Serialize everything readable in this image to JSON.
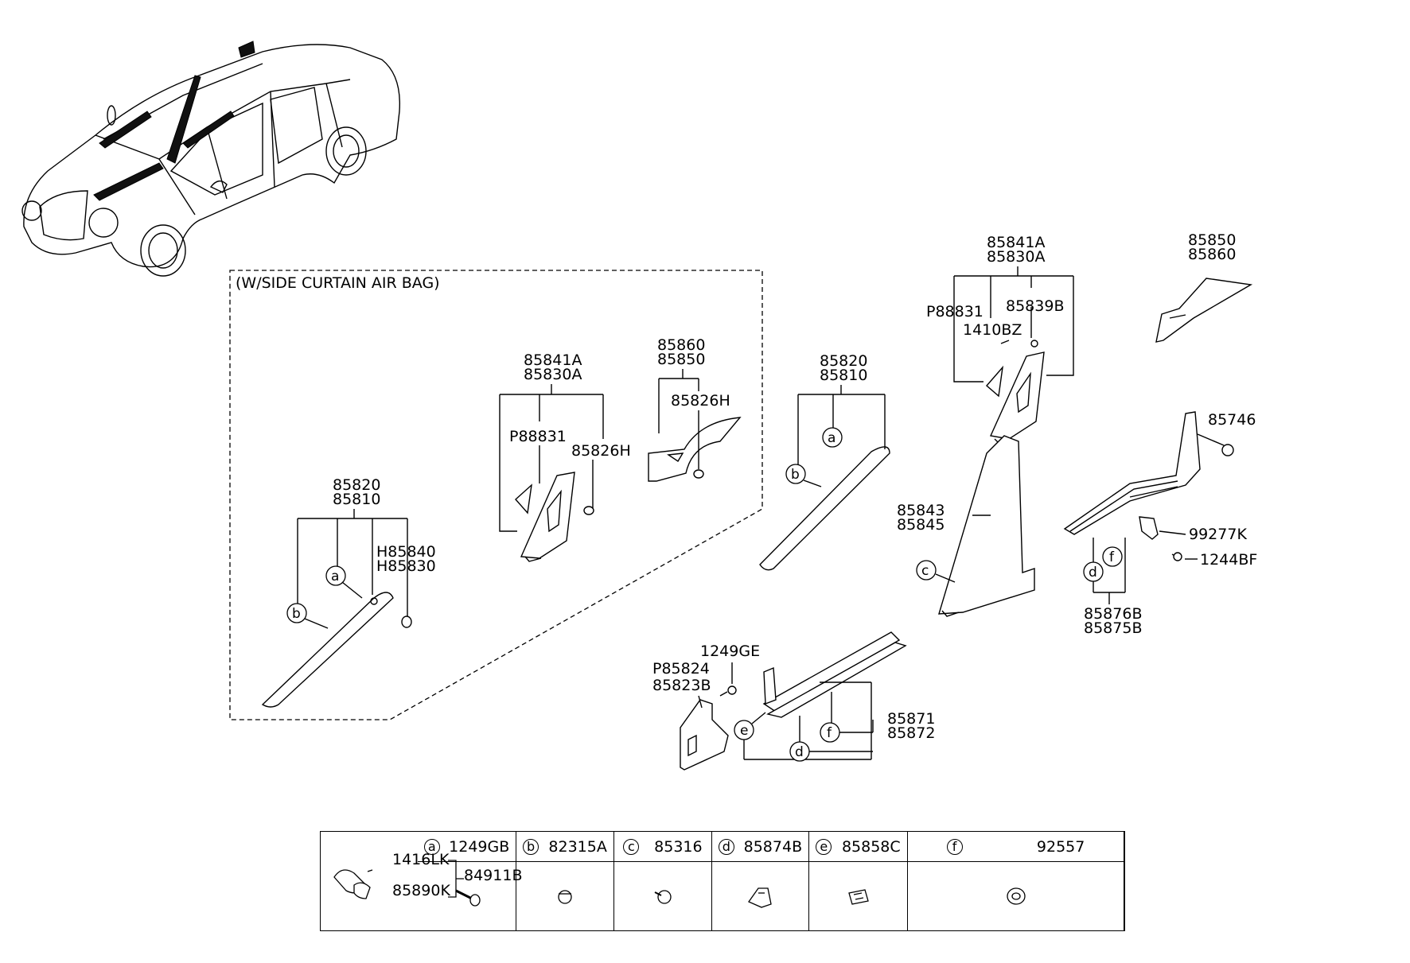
{
  "airbag_group": {
    "title": "(W/SIDE CURTAIN AIR BAG)"
  },
  "callouts": {
    "a_pillar_curtain": [
      "85820",
      "85810"
    ],
    "a_pillar_curtain_clip": [
      "H85840",
      "H85830"
    ],
    "b_upper_curtain": [
      "85841A",
      "85830A"
    ],
    "b_upper_curtain_sub1": "P88831",
    "b_upper_curtain_sub2": "85826H",
    "c_pillar_curtain": [
      "85860",
      "85850"
    ],
    "c_pillar_curtain_sub": "85826H",
    "a_pillar_std": [
      "85820",
      "85810"
    ],
    "b_upper_std": [
      "85841A",
      "85830A"
    ],
    "b_upper_std_sub1": "P88831",
    "b_upper_std_sub2": "1410BZ",
    "b_upper_std_sub3": "85839B",
    "c_pillar_std": [
      "85850",
      "85860"
    ],
    "b_lower": [
      "85843",
      "85845"
    ],
    "rear_clip": "85746",
    "bracket": "99277K",
    "bracket_bolt": "1244BF",
    "rear_scuff": [
      "85876B",
      "85875B"
    ],
    "front_bolt": "1249GE",
    "cowl_side": [
      "P85824",
      "85823B"
    ],
    "front_scuff": [
      "85871",
      "85872"
    ]
  },
  "markers": [
    "a",
    "b",
    "c",
    "d",
    "e",
    "f"
  ],
  "legend": {
    "items": [
      {
        "letter": "a",
        "code": "1249GB",
        "icon": "screw-icon"
      },
      {
        "letter": "b",
        "code": "82315A",
        "icon": "push-clip-icon"
      },
      {
        "letter": "c",
        "code": "85316",
        "icon": "trim-clip-icon"
      },
      {
        "letter": "d",
        "code": "85874B",
        "icon": "bracket-clip-icon"
      },
      {
        "letter": "e",
        "code": "85858C",
        "icon": "retainer-clip-icon"
      },
      {
        "letter": "f",
        "code": "92557",
        "icon": "grommet-icon"
      }
    ],
    "assembly": {
      "part_a": "1416LK",
      "part_b": "85890K",
      "assembly": "84911B",
      "icon": "hook-assembly-icon"
    }
  }
}
